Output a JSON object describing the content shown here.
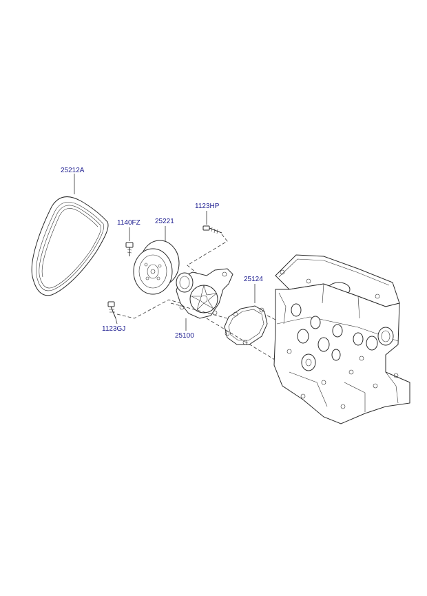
{
  "parts": {
    "belt": "25212A",
    "bolt_pulley": "1140FZ",
    "pulley": "25221",
    "bolt_top": "1123HP",
    "gasket": "25124",
    "bolt_lower": "1123GJ",
    "water_pump": "25100"
  }
}
